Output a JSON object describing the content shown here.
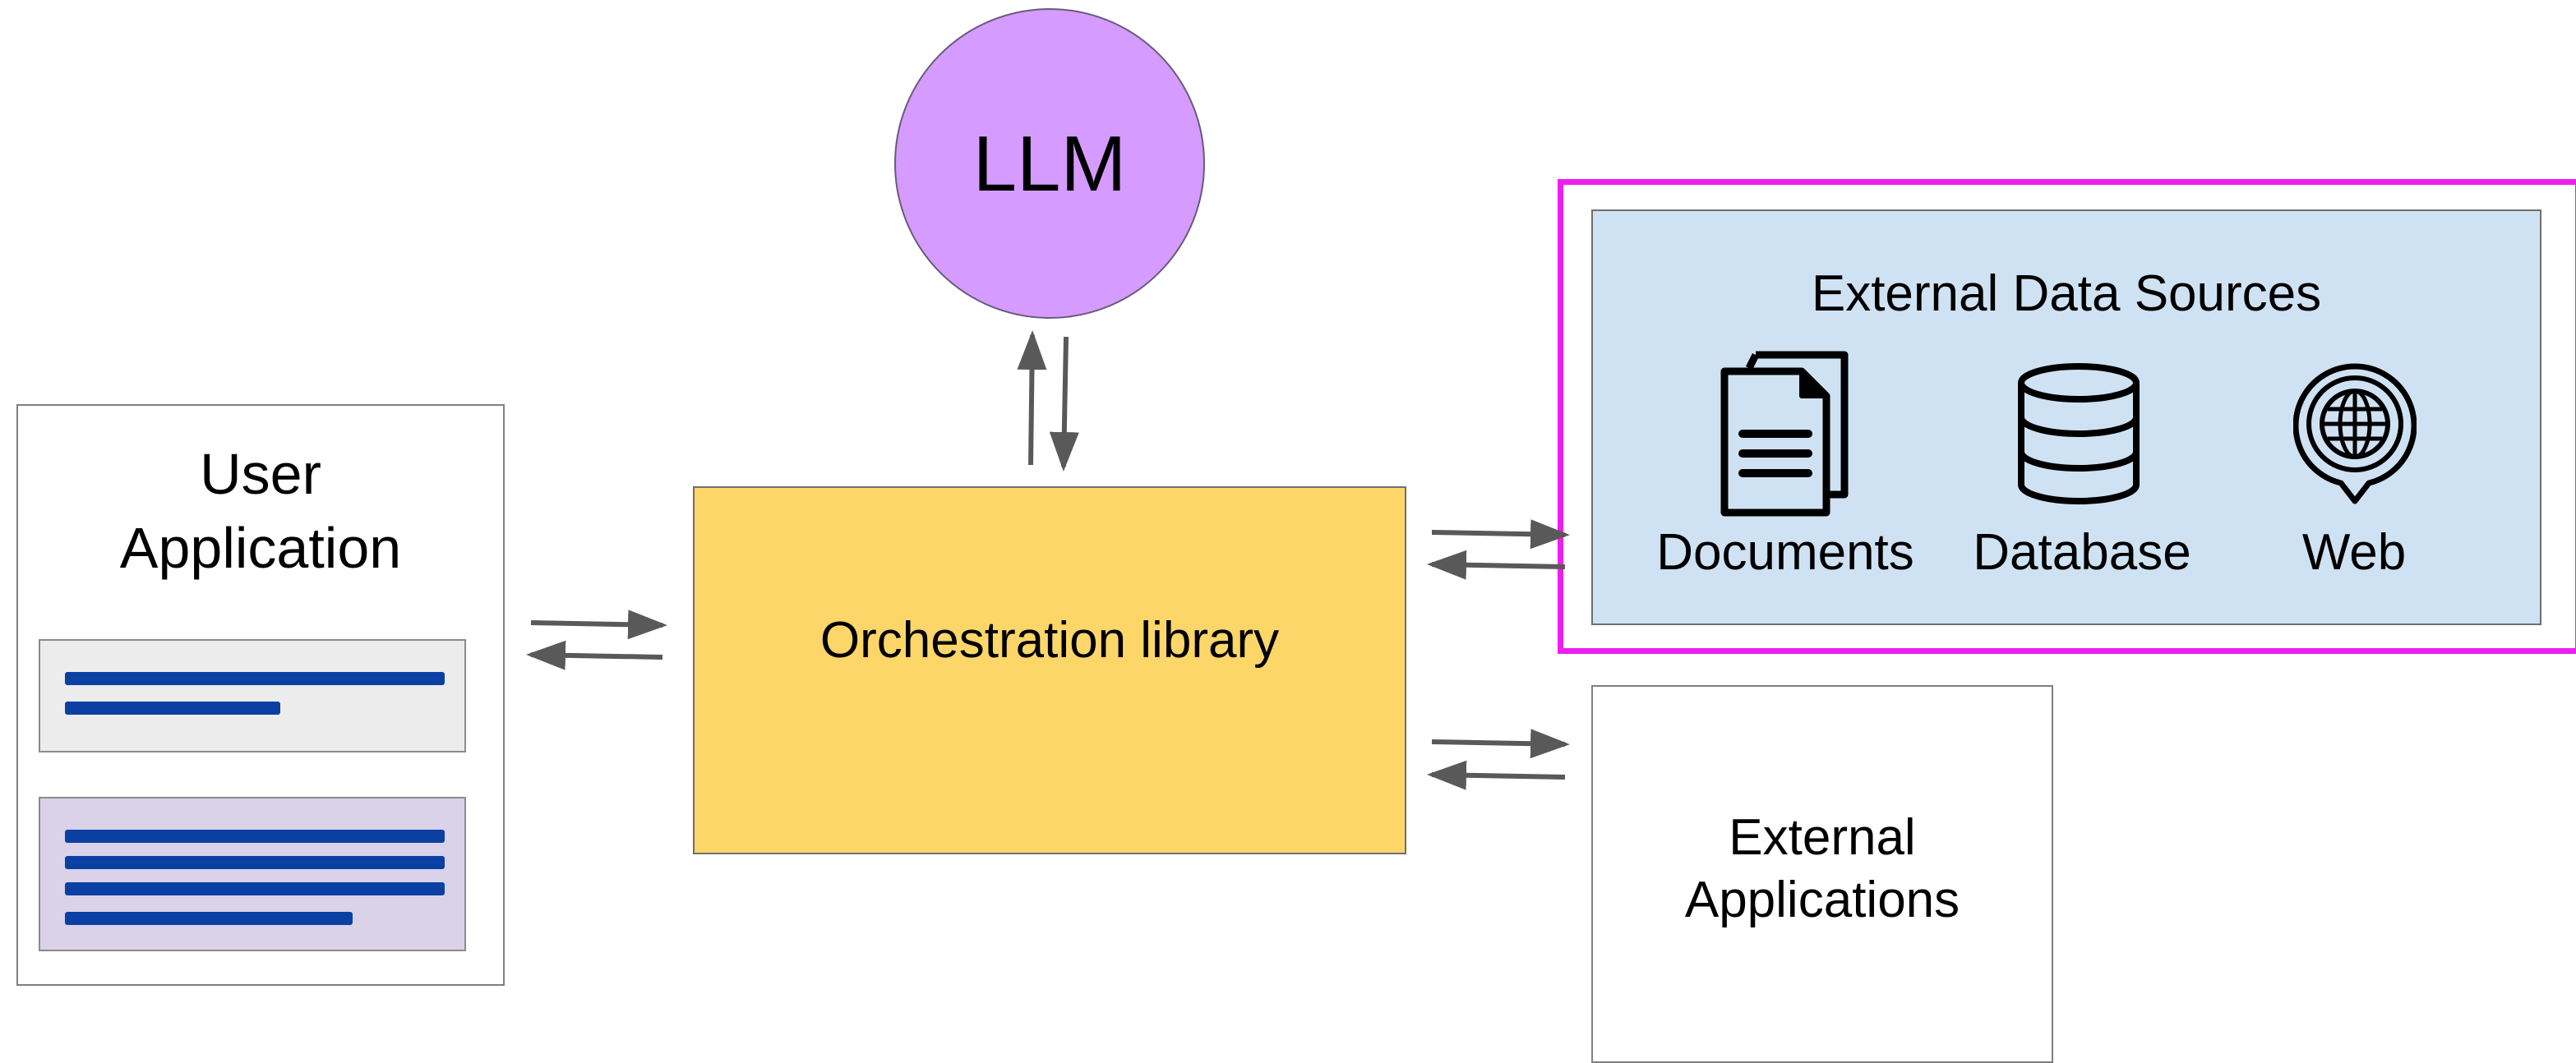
{
  "user_application": {
    "title": "User\nApplication"
  },
  "orchestration": {
    "label": "Orchestration library"
  },
  "llm": {
    "label": "LLM"
  },
  "external_data_sources": {
    "title": "External Data Sources",
    "sources": [
      {
        "label": "Documents",
        "icon": "documents-icon"
      },
      {
        "label": "Database",
        "icon": "database-icon"
      },
      {
        "label": "Web",
        "icon": "web-icon"
      }
    ]
  },
  "external_applications": {
    "title": "External\nApplications"
  },
  "colors": {
    "llm": "#d59bff",
    "orchestration": "#fcd669",
    "data_sources": "#cfe2f3",
    "highlight": "#ee1fee",
    "chat_bubble_1": "#ececec",
    "chat_bubble_2": "#d9d2e9",
    "text_lines": "#0b40a3",
    "arrows": "#595959"
  }
}
